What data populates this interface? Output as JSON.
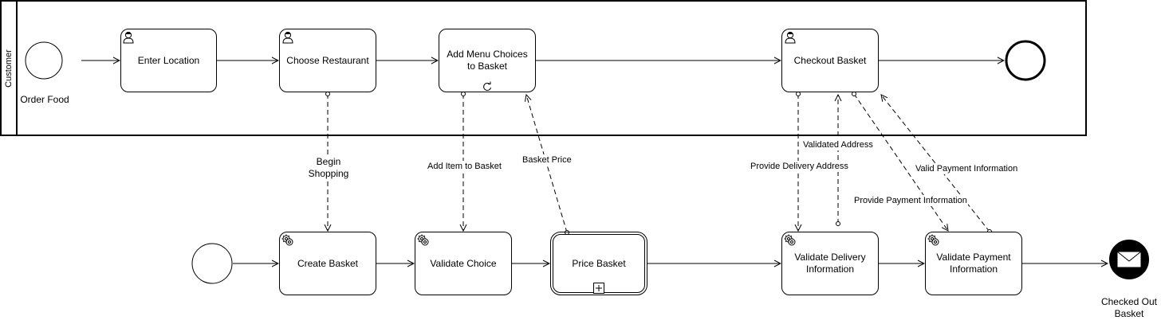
{
  "pool": {
    "lane_label": "Customer"
  },
  "start_event_label": "Order Food",
  "end_event_label": "Checked Out Basket",
  "tasks": {
    "enter_location": "Enter Location",
    "choose_restaurant": "Choose Restaurant",
    "add_menu_choices": "Add Menu Choices to Basket",
    "checkout_basket": "Checkout Basket",
    "create_basket": "Create Basket",
    "validate_choice": "Validate Choice",
    "price_basket": "Price Basket",
    "validate_delivery": "Validate Delivery Information",
    "validate_payment": "Validate Payment Information"
  },
  "messages": {
    "begin_shopping": "Begin Shopping",
    "add_item": "Add Item to Basket",
    "basket_price": "Basket Price",
    "validated_address": "Validated Address",
    "provide_delivery": "Provide Delivery Address",
    "provide_payment": "Provide Payment Information",
    "valid_payment": "Valid Payment Information"
  },
  "icons": {
    "user_task": "user-icon",
    "service_task": "gear-icon",
    "loop_marker": "loop-icon",
    "subprocess_marker": "plus-icon",
    "end_message": "envelope-icon"
  }
}
